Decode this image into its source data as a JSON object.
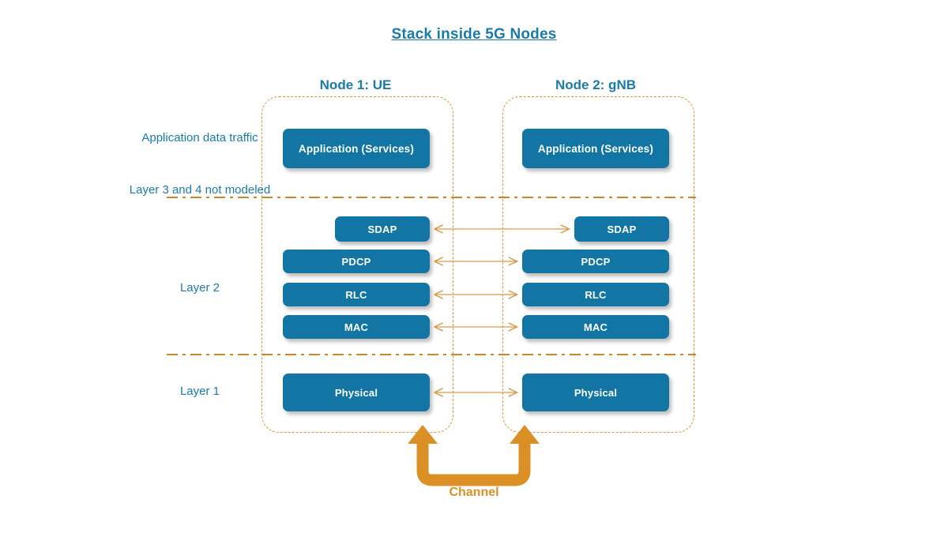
{
  "title": "Stack inside 5G Nodes",
  "colors": {
    "accent_blue": "#1275A4",
    "heading_blue": "#1B7AA8",
    "orange": "#DB9026",
    "divider_orange": "#C8872B",
    "node_border": "#D9953B",
    "arrow_orange": "#D89A4A",
    "box_text": "#FFFFFF",
    "background": "#FFFFFF"
  },
  "nodes": [
    {
      "id": "node1",
      "heading": "Node 1: UE"
    },
    {
      "id": "node2",
      "heading": "Node 2: gNB"
    }
  ],
  "side_labels": [
    {
      "id": "application",
      "text": "Application data traffic"
    },
    {
      "id": "layer34",
      "text": "Layer 3 and 4 not modeled"
    },
    {
      "id": "layer2",
      "text": "Layer 2"
    },
    {
      "id": "layer1",
      "text": "Layer 1"
    }
  ],
  "left_stack": [
    {
      "id": "application",
      "label": "Application (Services)"
    },
    {
      "id": "sdap",
      "label": "SDAP"
    },
    {
      "id": "pdcp",
      "label": "PDCP"
    },
    {
      "id": "rlc",
      "label": "RLC"
    },
    {
      "id": "mac",
      "label": "MAC"
    },
    {
      "id": "physical",
      "label": "Physical"
    }
  ],
  "right_stack": [
    {
      "id": "application",
      "label": "Application (Services)"
    },
    {
      "id": "sdap",
      "label": "SDAP"
    },
    {
      "id": "pdcp",
      "label": "PDCP"
    },
    {
      "id": "rlc",
      "label": "RLC"
    },
    {
      "id": "mac",
      "label": "MAC"
    },
    {
      "id": "physical",
      "label": "Physical"
    }
  ],
  "peer_links": [
    {
      "id": "sdap",
      "bidirectional": true
    },
    {
      "id": "pdcp",
      "bidirectional": true
    },
    {
      "id": "rlc",
      "bidirectional": true
    },
    {
      "id": "mac",
      "bidirectional": true
    },
    {
      "id": "physical",
      "bidirectional": true
    }
  ],
  "channel": {
    "label": "Channel",
    "bidirectional": true
  }
}
